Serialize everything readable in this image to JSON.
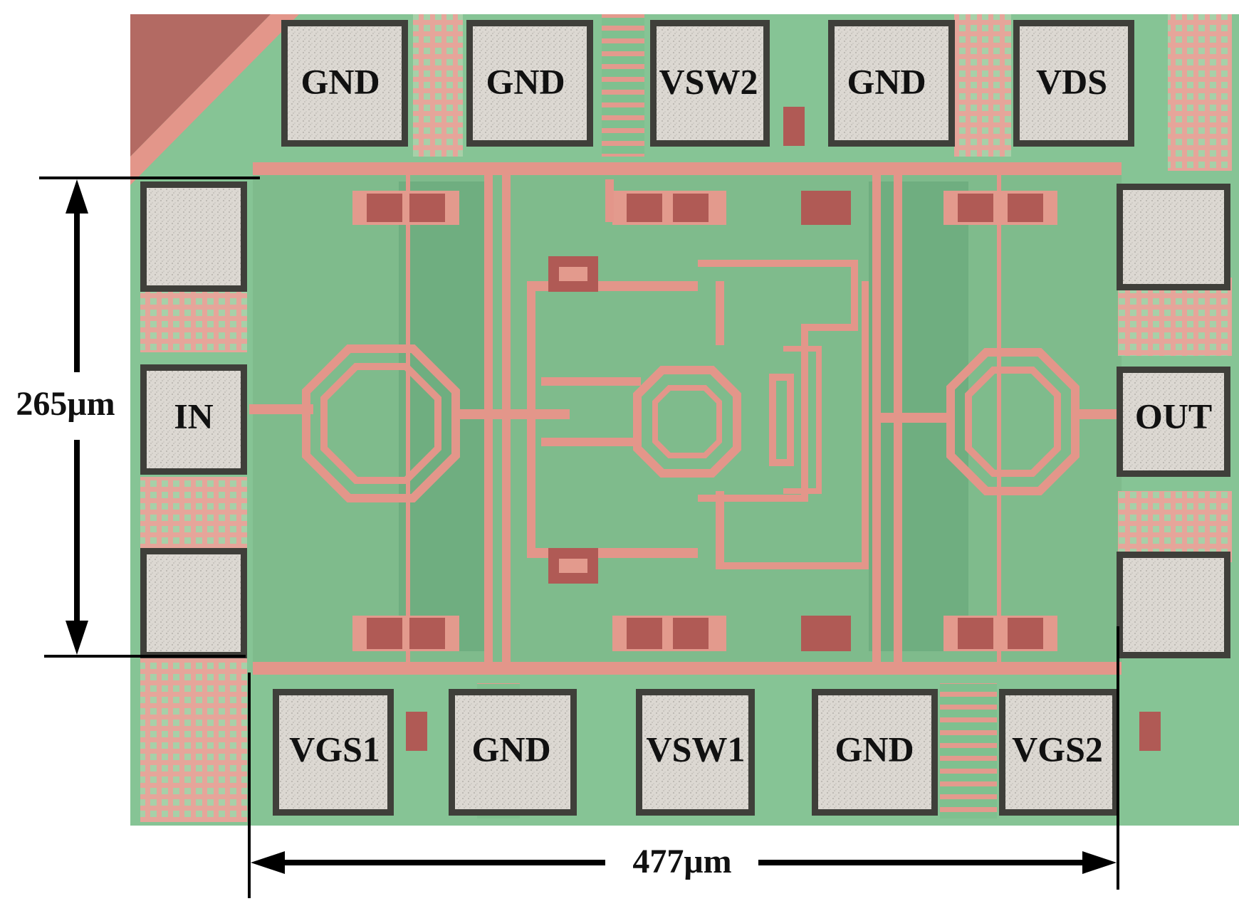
{
  "pads": {
    "top": [
      "GND",
      "GND",
      "VSW2",
      "GND",
      "VDS"
    ],
    "bottom": [
      "VGS1",
      "GND",
      "VSW1",
      "GND",
      "VGS2"
    ],
    "left": [
      "",
      "IN",
      ""
    ],
    "right": [
      "",
      "OUT",
      ""
    ]
  },
  "dimensions": {
    "height_label": "265μm",
    "width_label": "477μm"
  },
  "colors": {
    "substrate": "#7fc08f",
    "substrate_dark": "#6aa87b",
    "metal": "#e3968a",
    "metal_dark": "#b6675f",
    "pad_fill": "#dcd8d2",
    "pad_border": "#4a4a44",
    "capacitor": "#b05a55",
    "annotation": "#000000"
  }
}
